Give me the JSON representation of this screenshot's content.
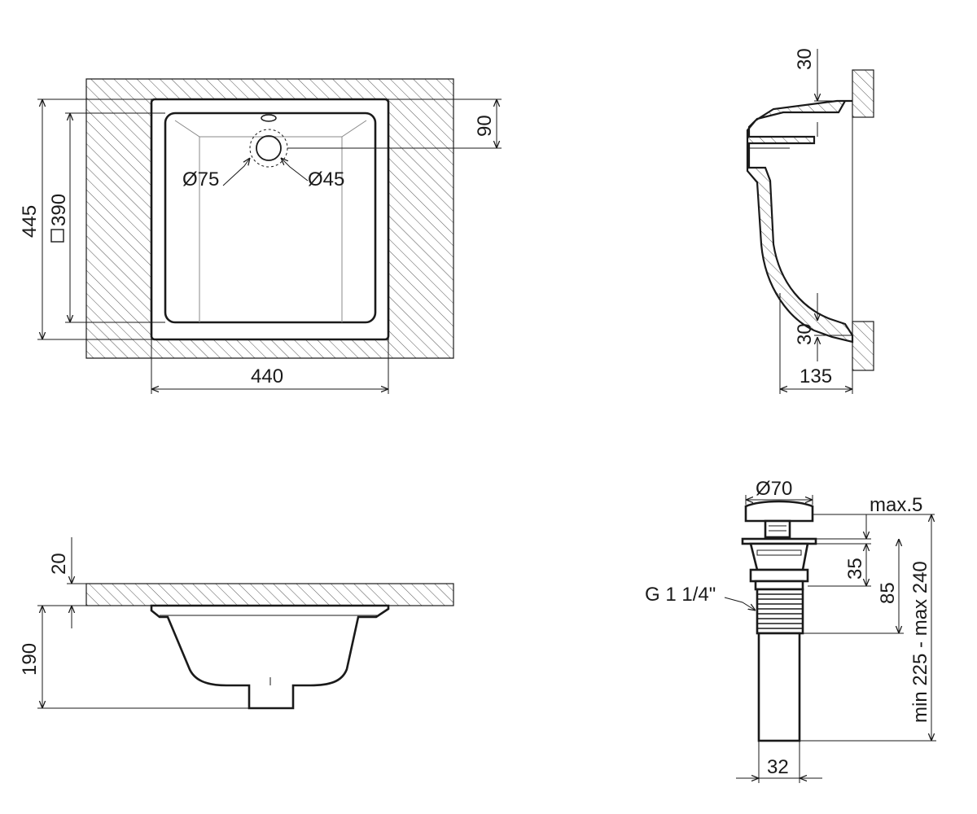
{
  "plan_view": {
    "depth": "445",
    "inner_square": "390",
    "width": "440",
    "drain_offset": "90",
    "outer_diameter": "Ø75",
    "inner_diameter": "Ø45"
  },
  "side_view": {
    "rim_top": "30",
    "rim_bottom": "30",
    "depth": "135"
  },
  "front_view": {
    "top_thickness": "20",
    "height": "190"
  },
  "drain": {
    "cap_diameter": "Ø70",
    "max_gap": "max.5",
    "cap_height": "35",
    "body_height": "85",
    "total_length": "min 225 - max 240",
    "thread": "G 1 1/4\"",
    "pipe_diameter": "32"
  }
}
